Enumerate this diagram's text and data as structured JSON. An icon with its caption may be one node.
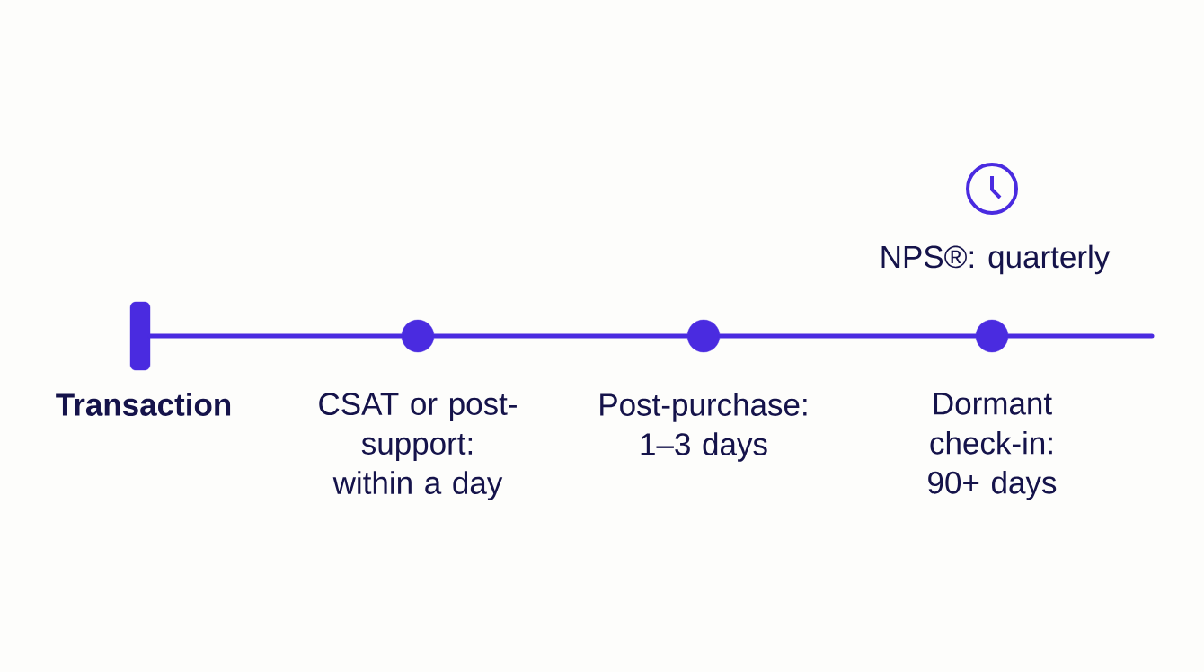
{
  "diagram": {
    "nodes": [
      {
        "text": [],
        "shape": "bar",
        "beside": [
          "Transaction"
        ]
      },
      {
        "text": [],
        "shape": "circle",
        "beside": [
          "CSAT or post-support: within a day"
        ]
      },
      {
        "text": [],
        "shape": "circle",
        "beside": [
          "Post-purchase: 1–3 days"
        ]
      },
      {
        "text": [],
        "shape": "circle",
        "beside": [
          "Dormant check-in: 90+ days"
        ]
      }
    ],
    "labels": [
      "NPS®: quarterly"
    ],
    "edges": [
      {
        "from": 0,
        "to": 1,
        "arrow": "none"
      },
      {
        "from": 1,
        "to": 2,
        "arrow": "none"
      },
      {
        "from": 2,
        "to": 3,
        "arrow": "none"
      },
      {
        "from": 3,
        "to": null,
        "arrow": "none"
      }
    ]
  }
}
